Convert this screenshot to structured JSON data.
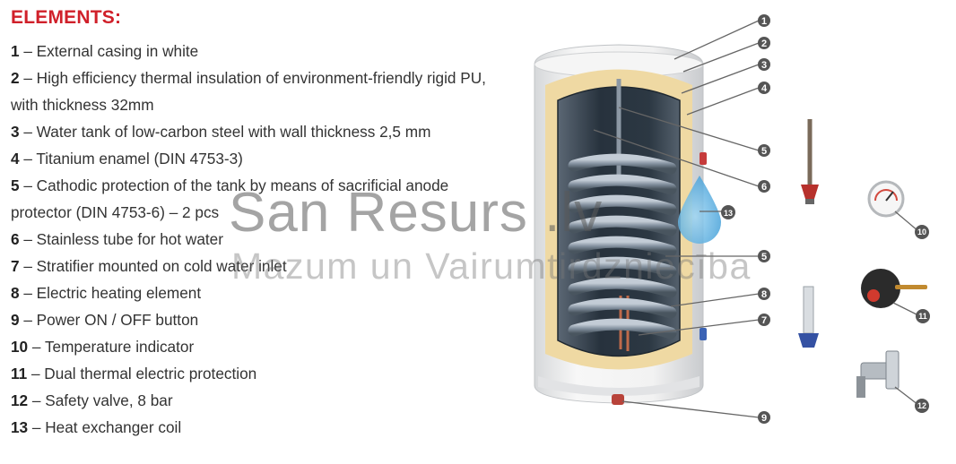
{
  "heading": "ELEMENTS:",
  "items": [
    {
      "num": "1",
      "text": "External casing in white"
    },
    {
      "num": "2",
      "text": "High efficiency thermal insulation of environment-friendly rigid PU, with thickness 32mm"
    },
    {
      "num": "3",
      "text": "Water tank of low-carbon steel with wall thickness 2,5 mm"
    },
    {
      "num": "4",
      "text": "Titanium enamel (DIN 4753-3)"
    },
    {
      "num": "5",
      "text": "Cathodic protection of the tank by means of sacrificial anode protector (DIN 4753-6) – 2 pcs"
    },
    {
      "num": "6",
      "text": "Stainless tube for hot water"
    },
    {
      "num": "7",
      "text": "Stratifier mounted on cold water inlet"
    },
    {
      "num": "8",
      "text": "Electric heating element"
    },
    {
      "num": "9",
      "text": "Power ON / OFF button"
    },
    {
      "num": "10",
      "text": "Temperature indicator"
    },
    {
      "num": "11",
      "text": "Dual thermal electric protection"
    },
    {
      "num": "12",
      "text": "Safety valve, 8 bar"
    },
    {
      "num": "13",
      "text": "Heat exchanger coil"
    }
  ],
  "callouts": [
    "1",
    "2",
    "3",
    "4",
    "5",
    "6",
    "13",
    "5",
    "8",
    "7",
    "9",
    "10",
    "11",
    "12"
  ],
  "watermark": {
    "line1": "San Resurs .lv",
    "line2": "Mazum un Vairumtirdzniecība"
  },
  "colors": {
    "heading": "#d0202a",
    "insulation": "#efd9a3",
    "casing": "#f4f4f4",
    "tank": "#2f3c48",
    "coil": "#9aa8b6",
    "callout": "#555555"
  }
}
